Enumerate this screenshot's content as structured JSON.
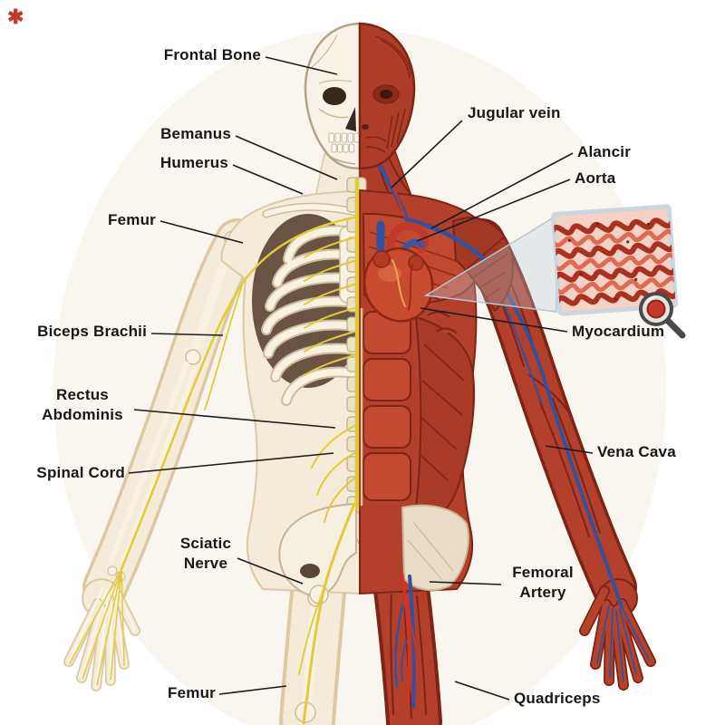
{
  "watermark": {
    "glyph": "✱"
  },
  "labels": {
    "frontal_bone": "Frontal Bone",
    "bemanus": "Bemanus",
    "humerus": "Humerus",
    "femur_upper": "Femur",
    "biceps_brachii": "Biceps Brachii",
    "rectus_abdominis": "Rectus Abdominis",
    "spinal_cord": "Spinal Cord",
    "sciatic_nerve": "Sciatic Nerve",
    "femur_lower": "Femur",
    "jugular_vein": "Jugular vein",
    "alancir": "Alancir",
    "aorta": "Aorta",
    "myocardium": "Myocardium",
    "vena_cava": "Vena Cava",
    "femoral_artery": "Femoral Artery",
    "quadriceps": "Quadriceps"
  },
  "colors": {
    "bone": "#f8f2e3",
    "skin": "#f4ebd8",
    "muscle_red": "#b2402b",
    "muscle_dark": "#7c2415",
    "nerve_yellow": "#e2ca39",
    "vein_blue": "#34509e",
    "artery_red": "#d63324",
    "heart": "#c74b2e",
    "inset_background": "#f5d2c6",
    "label_text": "#171717"
  }
}
